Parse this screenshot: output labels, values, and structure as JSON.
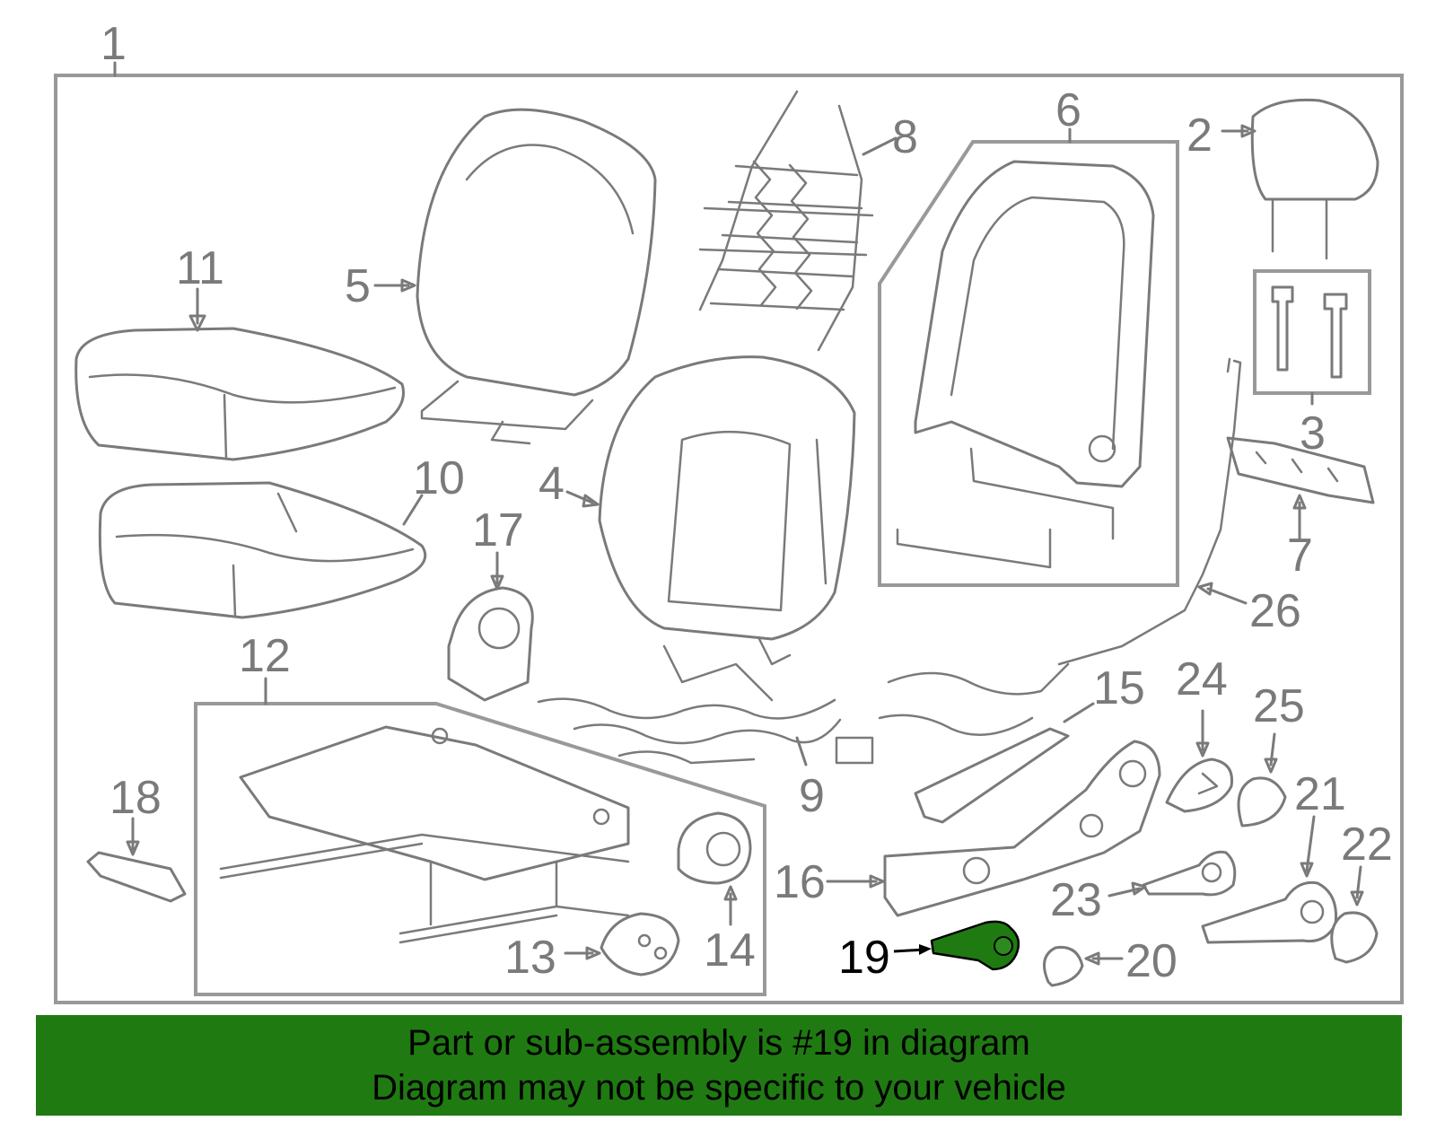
{
  "diagram": {
    "callouts": [
      {
        "id": "1",
        "text": "1"
      },
      {
        "id": "2",
        "text": "2"
      },
      {
        "id": "3",
        "text": "3"
      },
      {
        "id": "4",
        "text": "4"
      },
      {
        "id": "5",
        "text": "5"
      },
      {
        "id": "6",
        "text": "6"
      },
      {
        "id": "7",
        "text": "7"
      },
      {
        "id": "8",
        "text": "8"
      },
      {
        "id": "9",
        "text": "9"
      },
      {
        "id": "10",
        "text": "10"
      },
      {
        "id": "11",
        "text": "11"
      },
      {
        "id": "12",
        "text": "12"
      },
      {
        "id": "13",
        "text": "13"
      },
      {
        "id": "14",
        "text": "14"
      },
      {
        "id": "15",
        "text": "15"
      },
      {
        "id": "16",
        "text": "16"
      },
      {
        "id": "17",
        "text": "17"
      },
      {
        "id": "18",
        "text": "18"
      },
      {
        "id": "19",
        "text": "19"
      },
      {
        "id": "20",
        "text": "20"
      },
      {
        "id": "21",
        "text": "21"
      },
      {
        "id": "22",
        "text": "22"
      },
      {
        "id": "23",
        "text": "23"
      },
      {
        "id": "24",
        "text": "24"
      },
      {
        "id": "25",
        "text": "25"
      },
      {
        "id": "26",
        "text": "26"
      }
    ],
    "highlighted_part": "19",
    "colors": {
      "line": "#7a7a7a",
      "highlight_part": "#1f7a12",
      "banner": "#1f7a12",
      "highlight_label": "#000000"
    }
  },
  "banner": {
    "line1": "Part or sub-assembly is #19 in diagram",
    "line2": "Diagram may not be specific to your vehicle"
  }
}
